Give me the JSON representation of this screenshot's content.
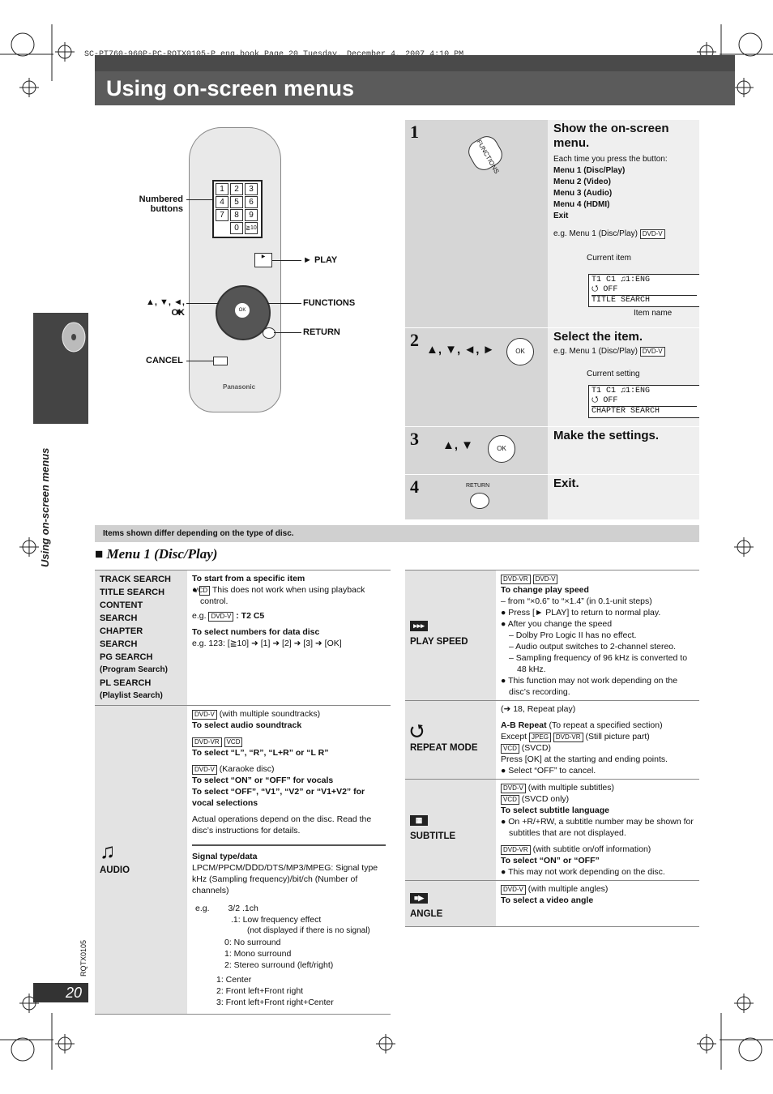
{
  "header_file": "SC-PT760-960P-PC-RQTX0105-P_eng.book  Page 20  Tuesday, December 4, 2007  4:10 PM",
  "title": "Using on-screen menus",
  "side_label": "Using on-screen menus",
  "page_number": "20",
  "doc_code": "RQTX0105",
  "remote": {
    "numbered_buttons": "Numbered buttons",
    "play": "► PLAY",
    "arrows_ok": "▲, ▼, ◄, ►",
    "ok": "OK",
    "functions": "FUNCTIONS",
    "return": "RETURN",
    "cancel": "CANCEL",
    "logo": "Panasonic",
    "keys": [
      "1",
      "2",
      "3",
      "4",
      "5",
      "6",
      "7",
      "8",
      "9",
      "0",
      "≧10"
    ]
  },
  "steps": [
    {
      "num": "1",
      "title": "Show the on-screen menu.",
      "button": "FUNCTIONS",
      "intro": "Each time you press the button:",
      "menus": [
        "Menu 1 (Disc/Play)",
        "Menu 2 (Video)",
        "Menu 3 (Audio)",
        "Menu 4 (HDMI)",
        "Exit"
      ],
      "example": "e.g. Menu 1 (Disc/Play)",
      "example_tag": "DVD-V",
      "current_item": "Current item",
      "item_name": "Item name",
      "osd": [
        "T1  C1   ♫1:ENG",
        "⭯ OFF",
        "TITLE SEARCH"
      ]
    },
    {
      "num": "2",
      "title": "Select the item.",
      "arrows": "▲, ▼, ◄, ►",
      "button": "OK",
      "example": "e.g. Menu 1 (Disc/Play)",
      "example_tag": "DVD-V",
      "current_setting": "Current setting",
      "osd": [
        "T1  C1   ♫1:ENG",
        "⭯ OFF",
        "CHAPTER SEARCH"
      ]
    },
    {
      "num": "3",
      "title": "Make the settings.",
      "arrows": "▲, ▼",
      "button": "OK"
    },
    {
      "num": "4",
      "title": "Exit.",
      "button": "RETURN"
    }
  ],
  "note": "Items shown differ depending on the type of disc.",
  "menu_heading": "■ Menu 1 (Disc/Play)",
  "left_table": {
    "search_labels": [
      "TRACK SEARCH",
      "TITLE SEARCH",
      "CONTENT SEARCH",
      "CHAPTER SEARCH",
      "PG SEARCH",
      "(Program Search)",
      "PL SEARCH",
      "(Playlist Search)"
    ],
    "search_desc": {
      "h1": "To start from a specific item",
      "b1_tag": "VCD",
      "b1": " This does not work when using playback control.",
      "eg_prefix": "e.g. ",
      "eg_tag": "DVD-V",
      "eg_val": " : T2 C5",
      "h2": "To select numbers for data disc",
      "eg2": "e.g. 123: [≧10] ➜ [1] ➜ [2] ➜ [3] ➜ [OK]"
    },
    "audio_label": "AUDIO",
    "audio_desc": {
      "t1_tag": "DVD-V",
      "t1": " (with multiple soundtracks)",
      "h1": "To select audio soundtrack",
      "t2_tag1": "DVD-VR",
      "t2_tag2": "VCD",
      "h2": "To select “L”, “R”, “L+R” or “L R”",
      "t3_tag": "DVD-V",
      "t3": " (Karaoke disc)",
      "h3": "To select “ON” or “OFF” for vocals",
      "h4": "To select “OFF”, “V1”, “V2” or “V1+V2” for vocal selections",
      "p1": "Actual operations depend on the disc. Read the disc’s instructions for details.",
      "sig_h": "Signal type/data",
      "sig": "LPCM/PPCM/ⅮⅮD/DTS/MP3/MPEG: Signal type kHz (Sampling frequency)/bit/ch (Number of channels)",
      "eg": "e.g.",
      "eg_val": "3/2 .1ch",
      "lines": [
        ".1:  Low frequency effect",
        "(not displayed if there is no signal)",
        "0:  No surround",
        "1:  Mono surround",
        "2:  Stereo surround (left/right)",
        "1:  Center",
        "2:  Front left+Front right",
        "3:  Front left+Front right+Center"
      ]
    }
  },
  "right_table": {
    "play_speed_label": "PLAY SPEED",
    "play_speed": {
      "tag1": "DVD-VR",
      "tag2": "DVD-V",
      "h": "To change play speed",
      "l1": "– from “×0.6” to “×1.4” (in 0.1-unit steps)",
      "b1": "Press [► PLAY] to return to normal play.",
      "b2": "After you change the speed",
      "s1": "– Dolby Pro Logic II has no effect.",
      "s2": "– Audio output switches to 2-channel stereo.",
      "s3": "– Sampling frequency of 96 kHz is converted to 48 kHz.",
      "b3": "This function may not work depending on the disc’s recording."
    },
    "repeat_label": "REPEAT MODE",
    "repeat": {
      "ref": "(➜ 18, Repeat play)",
      "ab_h": "A-B Repeat",
      "ab": " (To repeat a specified section)",
      "except": "Except ",
      "tag1": "JPEG",
      "tag2": "DVD-VR",
      "still": " (Still picture part)",
      "tag3": "VCD",
      "svcd": " (SVCD)",
      "p1": "Press [OK] at the starting and ending points.",
      "b1": "Select “OFF” to cancel."
    },
    "subtitle_label": "SUBTITLE",
    "subtitle": {
      "tag1": "DVD-V",
      "t1": " (with multiple subtitles)",
      "tag2": "VCD",
      "t2": " (SVCD only)",
      "h1": "To select subtitle language",
      "b1": "On +R/+RW, a subtitle number may be shown for subtitles that are not displayed.",
      "tag3": "DVD-VR",
      "t3": " (with subtitle on/off information)",
      "h2": "To select “ON” or “OFF”",
      "b2": "This may not work depending on the disc."
    },
    "angle_label": "ANGLE",
    "angle": {
      "tag": "DVD-V",
      "t": " (with multiple angles)",
      "h": "To select a video angle"
    }
  },
  "icons": {
    "audio": "music-note-icon",
    "play_speed": "fast-forward-icon",
    "repeat": "repeat-icon",
    "subtitle": "subtitle-icon",
    "angle": "camera-icon"
  }
}
